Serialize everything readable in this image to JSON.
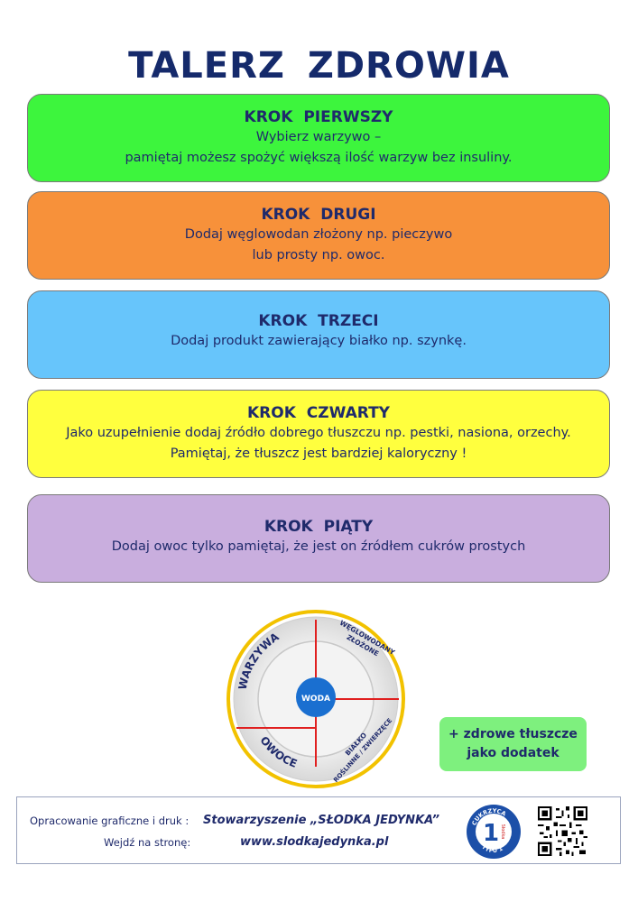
{
  "title": "TALERZ ZDROWIA",
  "steps": [
    {
      "title": "KROK   PIERWSZY",
      "lines": [
        "Wybierz warzywo –",
        "pamiętaj możesz spożyć większą ilość warzyw bez insuliny."
      ],
      "color": "#3df53d"
    },
    {
      "title": "KROK   DRUGI",
      "lines": [
        "Dodaj węglowodan złożony np. pieczywo",
        "lub prosty np. owoc."
      ],
      "color": "#f7913a"
    },
    {
      "title": "KROK   TRZECI",
      "lines": [
        "Dodaj produkt zawierający białko np. szynkę."
      ],
      "color": "#67c5fb"
    },
    {
      "title": "KROK   CZWARTY",
      "lines": [
        "Jako uzupełnienie dodaj źródło dobrego tłuszczu np. pestki, nasiona, orzechy.",
        "Pamiętaj, że tłuszcz jest bardziej kaloryczny !"
      ],
      "color": "#ffff3e"
    },
    {
      "title": "KROK   PIĄTY",
      "lines": [
        "Dodaj owoc tylko pamiętaj, że jest on źródłem cukrów prostych"
      ],
      "color": "#c9aede"
    }
  ],
  "plate": {
    "vegetables": "WARZYWA",
    "carbs_line1": "WĘGLOWODANY",
    "carbs_line2": "ZŁOŻONE",
    "water": "WODA",
    "fruits": "OWOCE",
    "protein_line1": "BIAŁKO",
    "protein_line2": "ROŚLINNE / ZWIERZĘCE"
  },
  "fats_note": {
    "line1": "+ zdrowe tłuszcze",
    "line2": "jako dodatek"
  },
  "footer": {
    "credit_label": "Opracowanie  graficzne  i druk :",
    "credit_value": "Stowarzyszenie „SŁODKA JEDYNKA”",
    "site_label": "Wejdź na stronę:",
    "site_value": "www.slodkajedynka.pl",
    "logo_top": "CUKRZYCA",
    "logo_bottom": "TYPU 1",
    "logo_number": "1",
    "logo_side": "Słodka"
  },
  "colors": {
    "title": "#152a6b",
    "plate_rim": "#f2c200",
    "plate_line": "#e02020",
    "water_circle": "#1a6fd0",
    "fats_bg": "#7ef07e"
  }
}
